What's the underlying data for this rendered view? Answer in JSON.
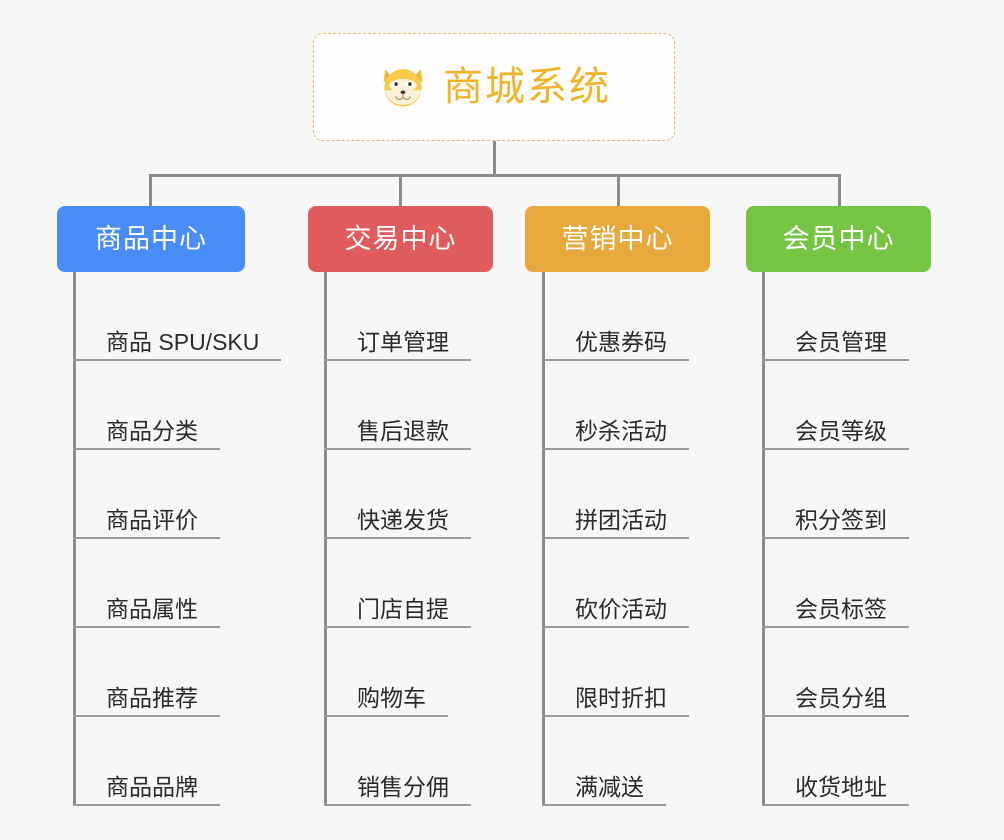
{
  "meta": {
    "background_color": "#f7f7f7",
    "connector_color": "#8c8c8c",
    "underline_color": "#9a9a9a",
    "leaf_text_color": "#2b2b2b"
  },
  "root": {
    "title": "商城系统",
    "icon": "shiba-inu-dog-face-emoji",
    "text_color": "#f0b429",
    "border_color": "#e7b765",
    "background_color": "#fdfdfd"
  },
  "columns": [
    {
      "id": "product-center",
      "label": "商品中心",
      "color": "#4a8cf5",
      "items": [
        "商品 SPU/SKU",
        "商品分类",
        "商品评价",
        "商品属性",
        "商品推荐",
        "商品品牌"
      ]
    },
    {
      "id": "trade-center",
      "label": "交易中心",
      "color": "#e05c5c",
      "items": [
        "订单管理",
        "售后退款",
        "快递发货",
        "门店自提",
        "购物车",
        "销售分佣"
      ]
    },
    {
      "id": "marketing-center",
      "label": "营销中心",
      "color": "#e8a93c",
      "items": [
        "优惠券码",
        "秒杀活动",
        "拼团活动",
        "砍价活动",
        "限时折扣",
        "满减送"
      ]
    },
    {
      "id": "member-center",
      "label": "会员中心",
      "color": "#76c443",
      "items": [
        "会员管理",
        "会员等级",
        "积分签到",
        "会员标签",
        "会员分组",
        "收货地址"
      ]
    }
  ]
}
